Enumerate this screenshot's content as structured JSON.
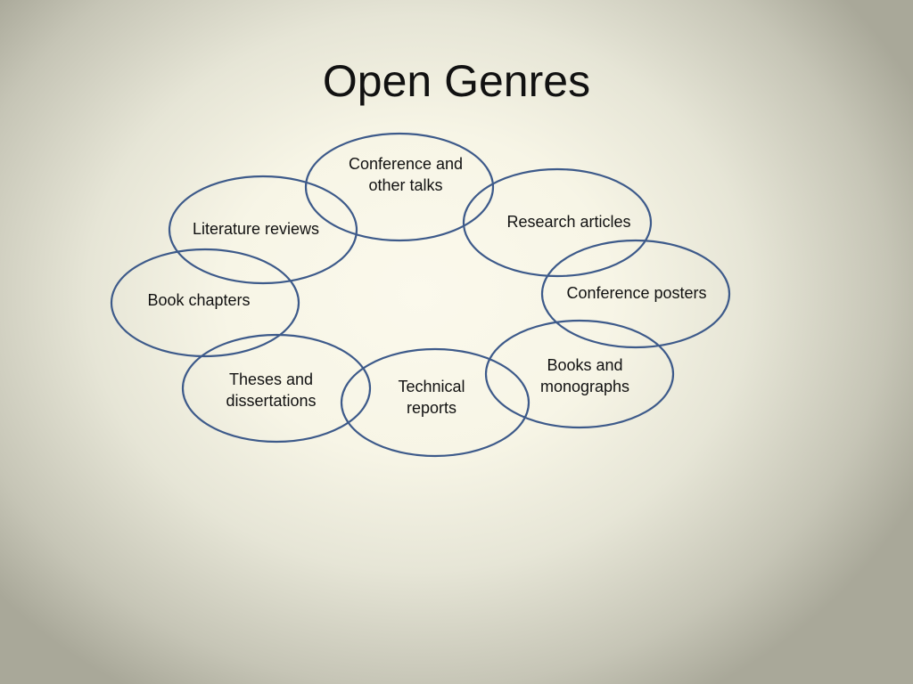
{
  "slide": {
    "title": "Open Genres"
  },
  "colors": {
    "ellipse_stroke": "#3d5a8a",
    "text": "#111111"
  },
  "genres": [
    {
      "id": "conference-talks",
      "lines": [
        "Conference and",
        "other talks"
      ]
    },
    {
      "id": "research-articles",
      "lines": [
        "Research articles"
      ]
    },
    {
      "id": "literature-reviews",
      "lines": [
        "Literature reviews"
      ]
    },
    {
      "id": "conference-posters",
      "lines": [
        "Conference posters"
      ]
    },
    {
      "id": "book-chapters",
      "lines": [
        "Book chapters"
      ]
    },
    {
      "id": "books-monographs",
      "lines": [
        "Books and",
        "monographs"
      ]
    },
    {
      "id": "theses-dissertations",
      "lines": [
        "Theses and",
        "dissertations"
      ]
    },
    {
      "id": "technical-reports",
      "lines": [
        "Technical",
        "reports"
      ]
    }
  ]
}
